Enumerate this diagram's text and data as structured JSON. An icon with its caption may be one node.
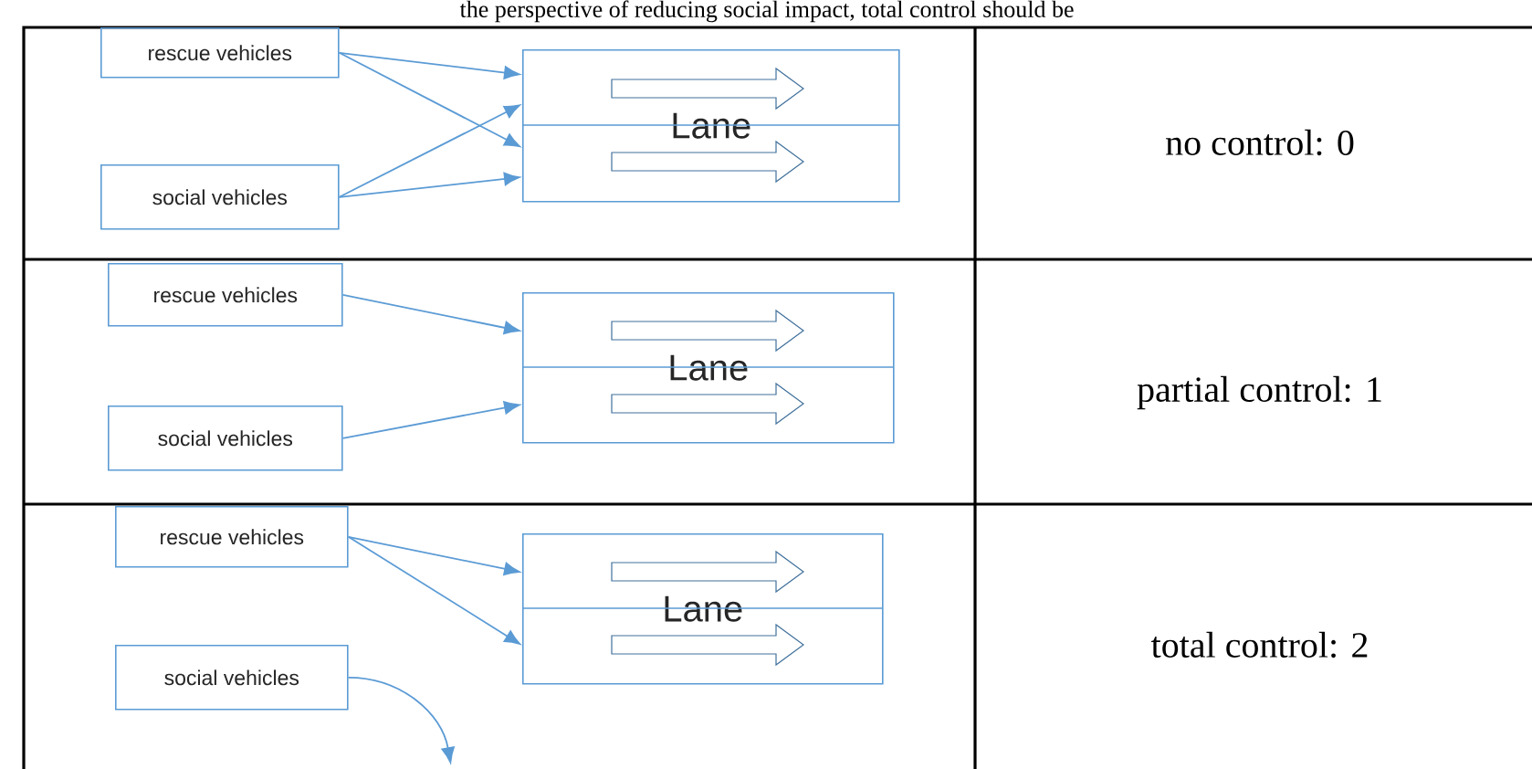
{
  "diagram": {
    "nodes": [
      {
        "text": [
          "rescue vehicles"
        ]
      },
      {
        "text": [
          "social vehicles"
        ]
      },
      {
        "text": [
          "Lane"
        ]
      },
      {
        "text": [
          "rescue vehicles"
        ]
      },
      {
        "text": [
          "social vehicles"
        ]
      },
      {
        "text": [
          "Lane"
        ]
      },
      {
        "text": [
          "rescue vehicles"
        ]
      },
      {
        "text": [
          "social vehicles"
        ]
      },
      {
        "text": [
          "Lane"
        ]
      }
    ],
    "edges": [
      {
        "from": 0,
        "to": 2,
        "arrow": "to"
      },
      {
        "from": 0,
        "to": 2,
        "arrow": "to"
      },
      {
        "from": 1,
        "to": 2,
        "arrow": "to"
      },
      {
        "from": 1,
        "to": 2,
        "arrow": "to"
      },
      {
        "from": 3,
        "to": 5,
        "arrow": "to"
      },
      {
        "from": 4,
        "to": 5,
        "arrow": "to"
      },
      {
        "from": 6,
        "to": 8,
        "arrow": "to"
      },
      {
        "from": 6,
        "to": 8,
        "arrow": "to"
      },
      {
        "from": 7,
        "to": null,
        "arrow": "to"
      }
    ],
    "labels": [
      "the perspective of reducing social impact, total control should be",
      "no control: 0",
      "partial control: 1",
      "total control: 2"
    ]
  }
}
